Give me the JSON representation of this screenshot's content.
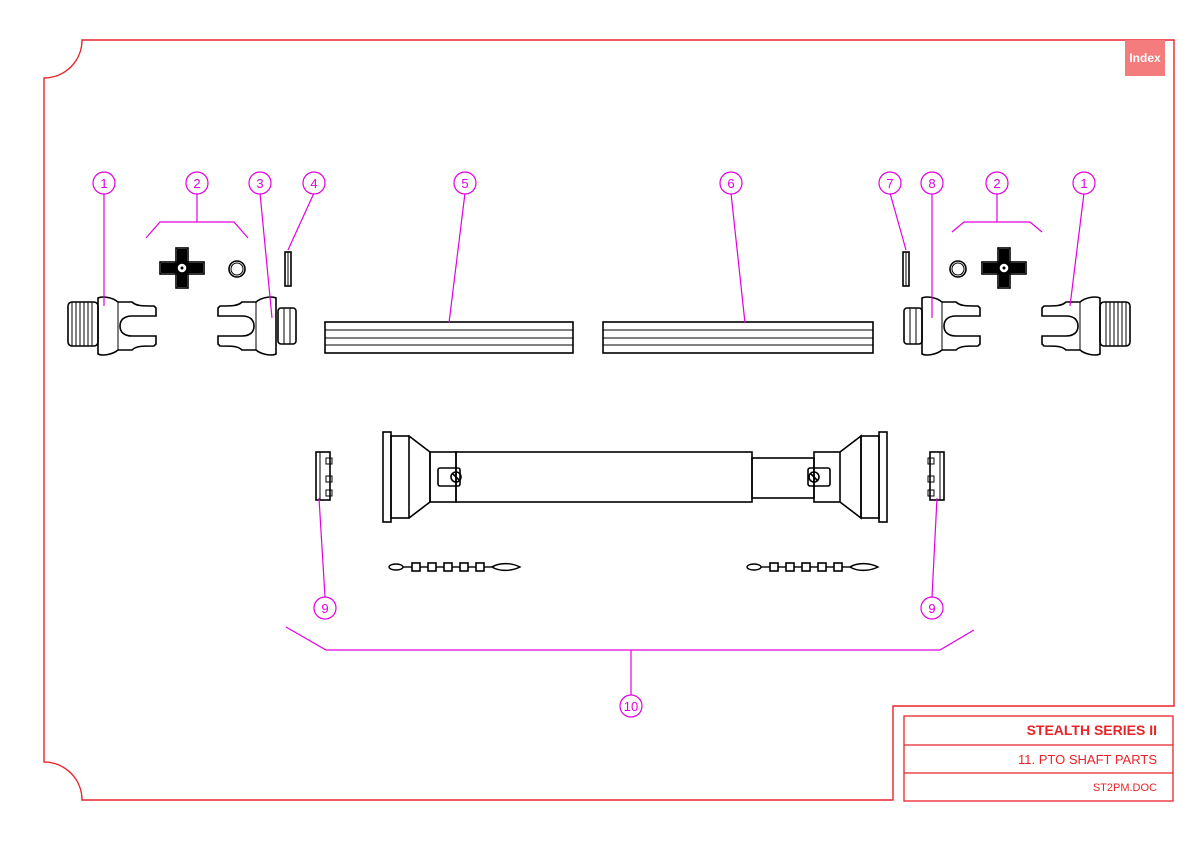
{
  "index_button": {
    "label": "Index"
  },
  "title_block": {
    "company": "STEALTH SERIES II",
    "title": "11. PTO SHAFT PARTS",
    "doc_id": "ST2PM.DOC"
  },
  "callouts": [
    "1",
    "2",
    "3",
    "4",
    "5",
    "6",
    "7",
    "8",
    "2",
    "1",
    "9",
    "9",
    "10"
  ],
  "colors": {
    "border": "#e8242a",
    "callout": "#e100e1",
    "index_bg": "#f47c7c",
    "line_art": "#000000"
  }
}
